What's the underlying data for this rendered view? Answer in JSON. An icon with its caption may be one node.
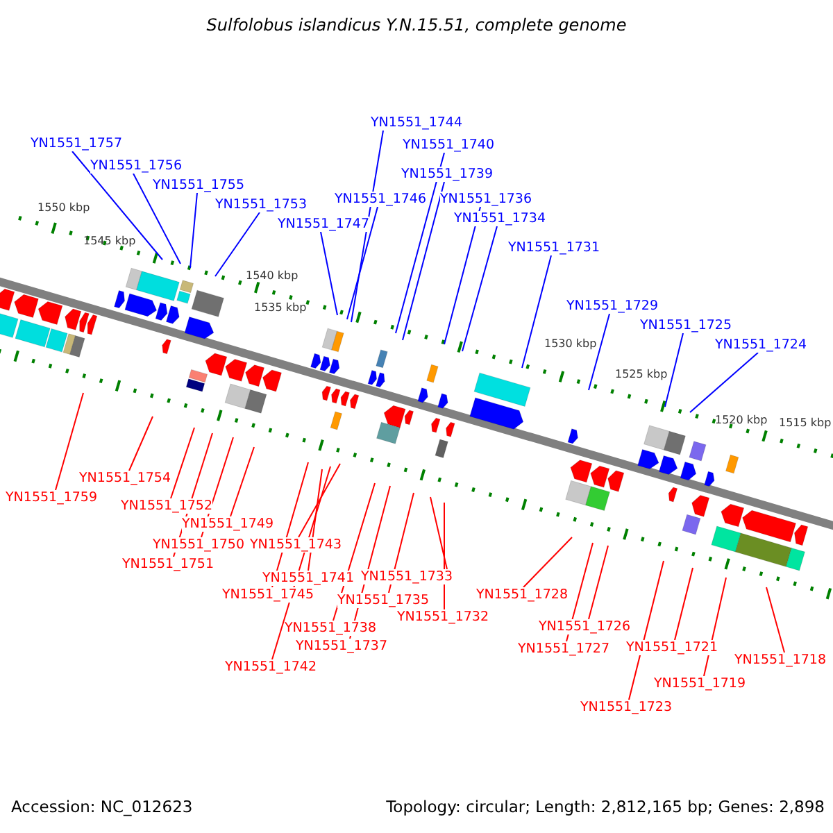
{
  "diagram": {
    "title": "Sulfolobus islandicus Y.N.15.51, complete genome",
    "nodes": [
      {
        "text": [
          "YN1551_1744"
        ]
      },
      {
        "text": [
          "YN1551_1740"
        ]
      },
      {
        "text": [
          "YN1551_1757"
        ]
      },
      {
        "text": [
          "YN1551_1756"
        ]
      },
      {
        "text": [
          "YN1551_1739"
        ]
      },
      {
        "text": [
          "YN1551_1755"
        ]
      },
      {
        "text": [
          "YN1551_1746"
        ]
      },
      {
        "text": [
          "YN1551_1736"
        ]
      },
      {
        "text": [
          "YN1551_1753"
        ]
      },
      {
        "text": [
          "YN1551_1734"
        ]
      },
      {
        "text": [
          "YN1551_1747"
        ]
      },
      {
        "text": [
          "YN1551_1731"
        ]
      },
      {
        "text": [
          "YN1551_1729"
        ]
      },
      {
        "text": [
          "YN1551_1725"
        ]
      },
      {
        "text": [
          "YN1551_1724"
        ]
      },
      {
        "text": [
          "YN1551_1754"
        ]
      },
      {
        "text": [
          "YN1551_1759"
        ]
      },
      {
        "text": [
          "YN1551_1752"
        ]
      },
      {
        "text": [
          "YN1551_1749"
        ]
      },
      {
        "text": [
          "YN1551_1750"
        ]
      },
      {
        "text": [
          "YN1551_1743"
        ]
      },
      {
        "text": [
          "YN1551_1751"
        ]
      },
      {
        "text": [
          "YN1551_1733"
        ]
      },
      {
        "text": [
          "YN1551_1741"
        ]
      },
      {
        "text": [
          "YN1551_1745"
        ]
      },
      {
        "text": [
          "YN1551_1728"
        ]
      },
      {
        "text": [
          "YN1551_1735"
        ]
      },
      {
        "text": [
          "YN1551_1732"
        ]
      },
      {
        "text": [
          "YN1551_1726"
        ]
      },
      {
        "text": [
          "YN1551_1738"
        ]
      },
      {
        "text": [
          "YN1551_1737"
        ]
      },
      {
        "text": [
          "YN1551_1721"
        ]
      },
      {
        "text": [
          "YN1551_1727"
        ]
      },
      {
        "text": [
          "YN1551_1718"
        ]
      },
      {
        "text": [
          "YN1551_1742"
        ]
      },
      {
        "text": [
          "YN1551_1719"
        ]
      },
      {
        "text": [
          "YN1551_1723"
        ]
      }
    ],
    "edges": [
      {
        "from": 0,
        "to": null,
        "arrow": "none",
        "color": "#0000ff"
      },
      {
        "from": 1,
        "to": null,
        "arrow": "none",
        "color": "#0000ff"
      },
      {
        "from": 2,
        "to": null,
        "arrow": "none",
        "color": "#0000ff"
      },
      {
        "from": 3,
        "to": null,
        "arrow": "none",
        "color": "#0000ff"
      },
      {
        "from": 4,
        "to": null,
        "arrow": "none",
        "color": "#0000ff"
      },
      {
        "from": 5,
        "to": null,
        "arrow": "none",
        "color": "#0000ff"
      },
      {
        "from": 6,
        "to": null,
        "arrow": "none",
        "color": "#0000ff"
      },
      {
        "from": 7,
        "to": null,
        "arrow": "none",
        "color": "#0000ff"
      },
      {
        "from": 8,
        "to": null,
        "arrow": "none",
        "color": "#0000ff"
      },
      {
        "from": 9,
        "to": null,
        "arrow": "none",
        "color": "#0000ff"
      },
      {
        "from": 10,
        "to": null,
        "arrow": "none",
        "color": "#0000ff"
      },
      {
        "from": 11,
        "to": null,
        "arrow": "none",
        "color": "#0000ff"
      },
      {
        "from": 12,
        "to": null,
        "arrow": "none",
        "color": "#0000ff"
      },
      {
        "from": 13,
        "to": null,
        "arrow": "none",
        "color": "#0000ff"
      },
      {
        "from": 14,
        "to": null,
        "arrow": "none",
        "color": "#0000ff"
      },
      {
        "from": 15,
        "to": null,
        "arrow": "none"
      },
      {
        "from": 16,
        "to": null,
        "arrow": "none"
      },
      {
        "from": 17,
        "to": null,
        "arrow": "none"
      },
      {
        "from": 18,
        "to": null,
        "arrow": "none"
      },
      {
        "from": 19,
        "to": null,
        "arrow": "none"
      },
      {
        "from": 20,
        "to": null,
        "arrow": "none"
      },
      {
        "from": 21,
        "to": null,
        "arrow": "none"
      },
      {
        "from": 22,
        "to": null,
        "arrow": "none"
      },
      {
        "from": 23,
        "to": null,
        "arrow": "none"
      },
      {
        "from": 24,
        "to": null,
        "arrow": "none"
      },
      {
        "from": 25,
        "to": null,
        "arrow": "none"
      },
      {
        "from": 26,
        "to": null,
        "arrow": "none"
      },
      {
        "from": 27,
        "to": null,
        "arrow": "none"
      },
      {
        "from": 28,
        "to": null,
        "arrow": "none"
      },
      {
        "from": 29,
        "to": null,
        "arrow": "none"
      },
      {
        "from": 30,
        "to": null,
        "arrow": "none"
      },
      {
        "from": 31,
        "to": null,
        "arrow": "none"
      },
      {
        "from": 32,
        "to": null,
        "arrow": "none"
      },
      {
        "from": 33,
        "to": null,
        "arrow": "none"
      },
      {
        "from": 34,
        "to": null,
        "arrow": "none"
      },
      {
        "from": 35,
        "to": null,
        "arrow": "none"
      },
      {
        "from": 36,
        "to": null,
        "arrow": "none"
      }
    ],
    "labels": [
      "1550 kbp",
      "1545 kbp",
      "1540 kbp",
      "1535 kbp",
      "1530 kbp",
      "1525 kbp",
      "1520 kbp",
      "1515 kbp",
      "Accession: NC_012623",
      "Topology: circular; Length: 2,812,165 bp; Genes: 2,898"
    ]
  }
}
